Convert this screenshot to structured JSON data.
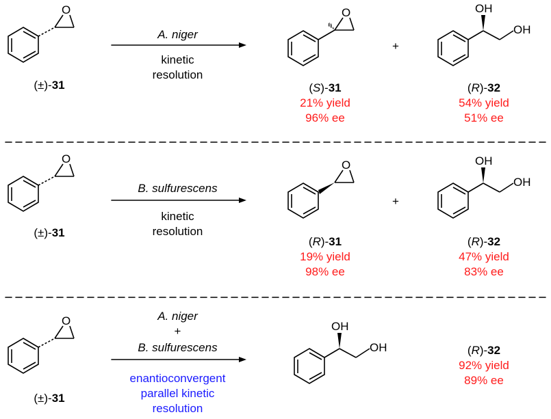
{
  "rows": [
    {
      "substrate_label": {
        "prefix": "(±)-",
        "num": "31"
      },
      "above_arrow": "A. niger",
      "below_arrow": [
        "kinetic",
        "resolution"
      ],
      "plus": "+",
      "product1": {
        "pre": "(",
        "config": "S",
        "post": ")-",
        "num": "31",
        "yield": "21% yield",
        "ee": "96% ee"
      },
      "product2": {
        "pre": "(",
        "config": "R",
        "post": ")-",
        "num": "32",
        "yield": "54% yield",
        "ee": "51% ee"
      }
    },
    {
      "substrate_label": {
        "prefix": "(±)-",
        "num": "31"
      },
      "above_arrow": "B. sulfurescens",
      "below_arrow": [
        "kinetic",
        "resolution"
      ],
      "plus": "+",
      "product1": {
        "pre": "(",
        "config": "R",
        "post": ")-",
        "num": "31",
        "yield": "19% yield",
        "ee": "98% ee"
      },
      "product2": {
        "pre": "(",
        "config": "R",
        "post": ")-",
        "num": "32",
        "yield": "47% yield",
        "ee": "83% ee"
      }
    },
    {
      "substrate_label": {
        "prefix": "(±)-",
        "num": "31"
      },
      "above_arrow": [
        "A. niger",
        "+",
        "B. sulfurescens"
      ],
      "below_arrow": [
        "enantioconvergent",
        "parallel kinetic",
        "resolution"
      ],
      "product": {
        "pre": "(",
        "config": "R",
        "post": ")-",
        "num": "32",
        "yield": "92% yield",
        "ee": "89% ee"
      }
    }
  ],
  "atoms": {
    "O": "O",
    "OH": "OH"
  },
  "colors": {
    "yield_text": "#ff1a1a",
    "method_text": "#1a1aff"
  }
}
